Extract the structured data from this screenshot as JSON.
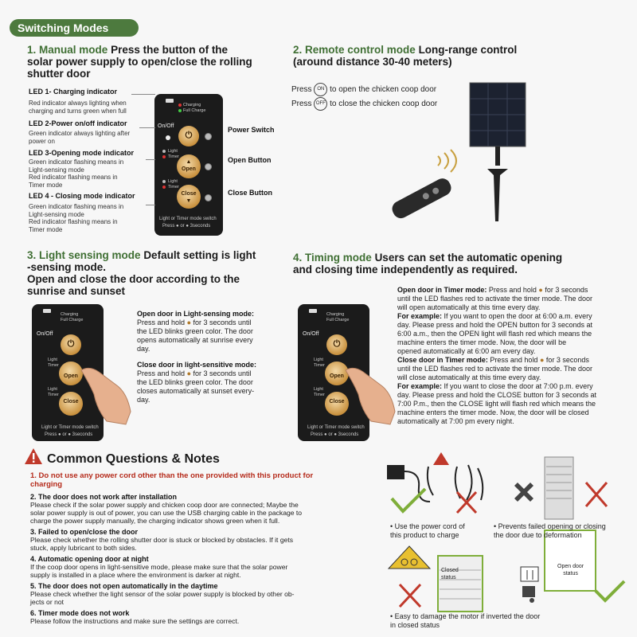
{
  "header": {
    "title": "Switching Modes"
  },
  "manual": {
    "num": "1.",
    "mode": "Manual mode",
    "desc1": "Press the button of the",
    "desc2": "solar power supply to open/close the rolling",
    "desc3": "shutter door",
    "led1_title": "LED 1- Charging indicator",
    "led1_desc1": "Red indicator always lighting when",
    "led1_desc2": "charging and turns green when full",
    "led2_title": "LED 2-Power on/off indicator",
    "led2_desc1": "Green indicator always lighting after",
    "led2_desc2": "power on",
    "led3_title": "LED 3-Opening mode indicator",
    "led3_desc1": "Green indicator flashing means in",
    "led3_desc2": "Light-sensing mode",
    "led3_desc3": "Red indicator flashing means in",
    "led3_desc4": "Timer mode",
    "led4_title": "LED 4 - Closing mode indicator",
    "led4_desc1": "Green indicator flashing means in",
    "led4_desc2": "Light-sensing mode",
    "led4_desc3": "Red indicator flashing means in",
    "led4_desc4": "Timer mode",
    "power_switch": "Power Switch",
    "open_button": "Open Button",
    "close_button": "Close Button"
  },
  "panel": {
    "charging": "Charging",
    "full": "Full Charge",
    "onoff": "On/Off",
    "light": "Light",
    "timer": "Timer",
    "open": "Open",
    "close": "Close",
    "switch_label": "Light or Timer mode switch",
    "press": "Press",
    "or": "or",
    "seconds": "3seconds"
  },
  "remote": {
    "num": "2.",
    "mode": "Remote control mode",
    "desc1": "Long-range control",
    "desc2": "(around distance 30-40 meters)",
    "press": "Press",
    "on": "ON",
    "off": "OFF",
    "on_text": "to open the chicken coop door",
    "off_text": "to close the chicken coop door"
  },
  "light": {
    "num": "3.",
    "mode": "Light sensing mode",
    "desc1": "Default setting is light",
    "desc2": "-sensing mode.",
    "desc3": "Open and close the door according to the",
    "desc4": "sunrise and sunset",
    "open_title": "Open door in Light-sensing mode:",
    "open_1": "Press and hold",
    "open_2": "for 3 seconds until",
    "open_3": "the LED blinks green color. The door",
    "open_4": "opens automatically at sunrise every",
    "open_5": "day.",
    "close_title": "Close door in light-sensitive mode:",
    "close_1": "Press and hold",
    "close_2": "for 3 seconds until",
    "close_3": "the LED blinks green color. The door",
    "close_4": "closes automatically at sunset every-",
    "close_5": "day."
  },
  "timing": {
    "num": "4.",
    "mode": "Timing mode",
    "desc1": "Users can set the automatic opening",
    "desc2": "and closing time independently as required.",
    "open_title": "Open door in Timer mode:",
    "open_1a": "Press and hold",
    "open_1b": "for 3 seconds",
    "open_2": "until the LED flashes red to activate the timer mode. The door",
    "open_3": "will open automatically at this time every day.",
    "ex1_title": "For example:",
    "ex1_1": "If you want to open the door at 6:00 a.m. every",
    "ex1_2": "day. Please press and hold the OPEN button for 3 seconds at",
    "ex1_3": "6:00 a.m., then the OPEN light will flash red which means the",
    "ex1_4": "machine enters the timer mode.  Now, the door will be",
    "ex1_5": "opened automatically at 6:00 am every day.",
    "close_title": "Close door in Timer mode:",
    "close_1a": "Press and hold",
    "close_1b": "for 3 seconds",
    "close_2": "until the LED flashes red to activate the timer mode. The door",
    "close_3": "will close automatically at this time every day.",
    "ex2_title": "For example:",
    "ex2_1": "If you want to close the door at 7:00 p.m. every",
    "ex2_2": "day. Please press and hold the CLOSE button for 3 seconds at",
    "ex2_3": "7:00 P.m., then the CLOSE light will flash red which means the",
    "ex2_4": "machine enters the timer mode. Now, the door will be closed",
    "ex2_5": "automatically at 7:00 pm every night."
  },
  "faq": {
    "title": "Common Questions & Notes",
    "q1a": "1. Do not use any power cord other than the one provided with this product for",
    "q1b": "charging",
    "q2": "2. The door does not work after installation",
    "a2_1": "Please check if the solar power supply and chicken coop door are connected; Maybe the",
    "a2_2": "solar power supply is out of power, you can use the USB charging cable in the package to",
    "a2_3": "charge the power supply manually, the charging indicator shows green when it full.",
    "q3": "3. Failed to open/close the door",
    "a3_1": "Please check whether the rolling shutter door is stuck or blocked by obstacles. If it gets",
    "a3_2": "stuck, apply lubricant to both sides.",
    "q4": "4. Automatic opening door at night",
    "a4_1": "If the coop door opens in light-sensitive mode, please make sure that the solar power",
    "a4_2": "supply is installed in a place where the environment is darker at night.",
    "q5": "5. The door does not open automatically in the daytime",
    "a5_1": "Please check whether the light sensor of the solar power supply is blocked by other ob-",
    "a5_2": "jects or not",
    "q6": "6. Timer mode does not work",
    "a6_1": "Please follow the instructions and make sure the settings are correct."
  },
  "notes": {
    "n1_1": "• Use the power cord of",
    "n1_2": "this product to charge",
    "n2_1": "• Prevents failed opening or closing",
    "n2_2": "the door due to deformation",
    "closed_status_1": "Closed",
    "closed_status_2": "status",
    "open_status_1": "Open door",
    "open_status_2": "status",
    "n3_1": "• Easy to damage the motor if inverted the door",
    "n3_2": "in closed status"
  },
  "colors": {
    "accent": "#4d7a3e",
    "red": "#b52a1a",
    "check": "#7fae3a"
  }
}
